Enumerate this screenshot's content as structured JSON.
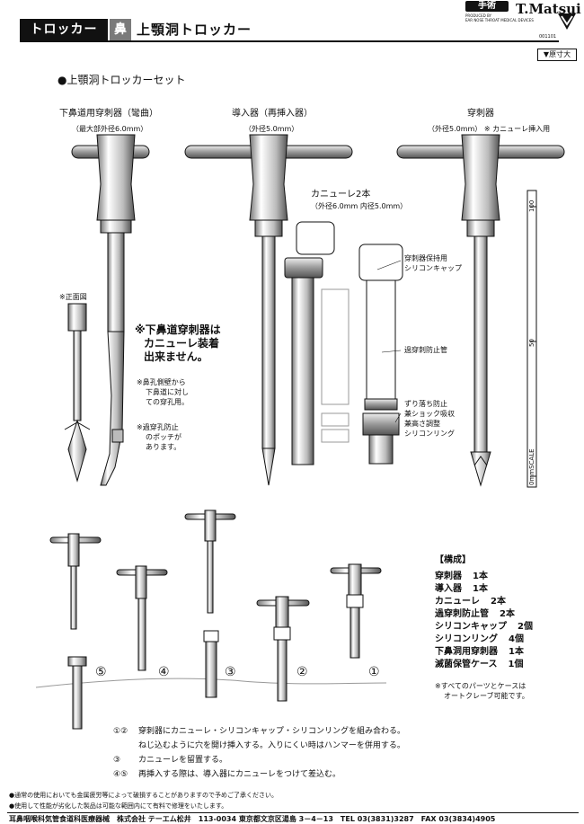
{
  "header": {
    "category": "トロッカー",
    "subcategory": "鼻",
    "title": "上顎洞トロッカー"
  },
  "brand": {
    "tab": "手術",
    "name": "T.Matsui",
    "sub1": "PRODUCED BY",
    "sub2": "EAR NOSE THROAT MEDICAL DEVICES",
    "code": "001101"
  },
  "size_badge": "▼原寸大",
  "section_title": "●上顎洞トロッカーセット",
  "instruments": {
    "lower_trocar": {
      "name": "下鼻道用穿刺器（彎曲）",
      "spec": "（最大部外径6.0mm）"
    },
    "introducer": {
      "name": "導入器（再挿入器）",
      "spec": "（外径5.0mm）"
    },
    "puncture": {
      "name": "穿刺器",
      "spec": "（外径5.0mm）",
      "spec_note": "※ カニューレ挿入用"
    },
    "cannula": {
      "name": "カニューレ2本",
      "spec": "（外径6.0mm 内径5.0mm）"
    }
  },
  "callouts": {
    "front_view": "※正面図",
    "cannula_warning": [
      "※下鼻道穿刺器は",
      "カニューレ装着",
      "出来ません。"
    ],
    "nasal_wall": [
      "※鼻孔側壁から",
      "下鼻道に対し",
      "ての穿孔用。"
    ],
    "stopper": [
      "※過穿孔防止",
      "のポッチが",
      "あります。"
    ],
    "silicone_cap": [
      "穿刺器保持用",
      "シリコンキャップ"
    ],
    "over_puncture": "過穿刺防止管",
    "ring": [
      "ずり落ち防止",
      "兼ショック吸収",
      "兼高さ調整",
      "シリコンリング"
    ]
  },
  "scale": {
    "top": "100",
    "mid": "50",
    "label": "0mmSCALE"
  },
  "steps": [
    "⑤",
    "④",
    "③",
    "②",
    "①"
  ],
  "composition": {
    "title": "【構成】",
    "items": [
      {
        "name": "穿刺器",
        "qty": "1本"
      },
      {
        "name": "導入器",
        "qty": "1本"
      },
      {
        "name": "カニューレ",
        "qty": "2本"
      },
      {
        "name": "過穿刺防止管",
        "qty": "2本"
      },
      {
        "name": "シリコンキャップ",
        "qty": "2個"
      },
      {
        "name": "シリコンリング",
        "qty": "4個"
      },
      {
        "name": "下鼻洞用穿刺器",
        "qty": "1本"
      },
      {
        "name": "滅菌保管ケース",
        "qty": "1個"
      }
    ],
    "note": [
      "※すべてのパーツとケースは",
      "オートクレーブ可能です。"
    ]
  },
  "procedure": [
    {
      "num": "①②",
      "text": "穿刺器にカニューレ・シリコンキャップ・シリコンリングを組み合わる。"
    },
    {
      "num": "",
      "text": "ねじ込むように穴を開け挿入する。入りにくい時はハンマーを併用する。"
    },
    {
      "num": "③",
      "text": "カニューレを留置する。"
    },
    {
      "num": "④⑤",
      "text": "再挿入する際は、導入器にカニューレをつけて差込む。"
    }
  ],
  "footer_notes": [
    "●通常の使用においても金属疲労等によって破損することがありますので予めご了承ください。",
    "●使用して性能が劣化した製品は可能な範囲内にて有料で修理をいたします。"
  ],
  "footer": "耳鼻咽喉科気管食道科医療器械　株式会社 テーエム松井　113-0034 東京都文京区湯島 3－4－13　TEL 03(3831)3287　FAX 03(3834)4905"
}
